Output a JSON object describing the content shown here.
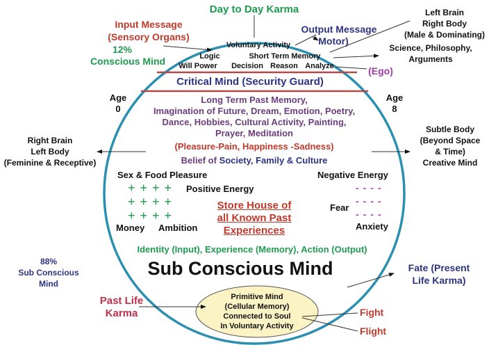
{
  "top": {
    "karma": "Day to Day Karma",
    "input_1": "Input Message",
    "input_2": "(Sensory Organs)",
    "pct12": "12%",
    "conscious": "Conscious Mind",
    "output_1": "Output Message",
    "output_2": "Motor)",
    "left_brain": [
      "Left Brain",
      "Right Body",
      "(Male & Dominating)"
    ],
    "science": [
      "Science, Philosophy,",
      "Arguments"
    ],
    "ego": "(Ego)"
  },
  "conscious_items": {
    "voluntary": "Voluntary Activity",
    "short_term": "Short Term Memory",
    "logic": "Logic",
    "will": "Will Power",
    "decision": "Decision",
    "reason": "Reason",
    "analyze": "Analyze"
  },
  "critical": "Critical Mind (Security Guard)",
  "age_left": [
    "Age",
    "0"
  ],
  "age_right": [
    "Age",
    "8"
  ],
  "memory": [
    "Long Term Past Memory,",
    "Imagination of Future, Dream, Emotion, Poetry,",
    "Dance, Hobbies, Cultural Activity, Painting,",
    "Prayer, Meditation"
  ],
  "pleasure": "(Pleasure-Pain, Happiness -Sadness)",
  "belief_1": "Belief of",
  "belief_2": "Society, Family & Culture",
  "right_brain": [
    "Right Brain",
    "Left Body",
    "(Feminine & Receptive)"
  ],
  "subtle": [
    "Subtle Body",
    "(Beyond Space",
    "& Time)",
    "Creative Mind"
  ],
  "positive": {
    "sex_food": "Sex & Food Pleasure",
    "plus_row": "++++",
    "label": "Positive Energy",
    "money": "Money",
    "ambition": "Ambition"
  },
  "store": [
    "Store House of",
    "all Known Past",
    "Experiences"
  ],
  "negative": {
    "label": "Negative Energy",
    "dash_row": "----",
    "fear": "Fear",
    "anxiety": "Anxiety"
  },
  "identity": "Identity (Input), Experience (Memory), Action (Output)",
  "sub_pct": [
    "88%",
    "Sub Conscious",
    "Mind"
  ],
  "sub_title": "Sub Conscious Mind",
  "fate": [
    "Fate (Present",
    "Life Karma)"
  ],
  "past_life": [
    "Past Life",
    "Karma"
  ],
  "primitive": [
    "Primitive Mind",
    "(Cellular Memory)",
    "Connected to Soul",
    "In Voluntary Activity"
  ],
  "fight": "Fight",
  "flight": "Flight",
  "colors": {
    "circle": "#2a8fb0",
    "red": "#c0392b",
    "green": "#1e9a4e",
    "navy": "#2c3483",
    "ellipse": "#fbf3c4"
  }
}
